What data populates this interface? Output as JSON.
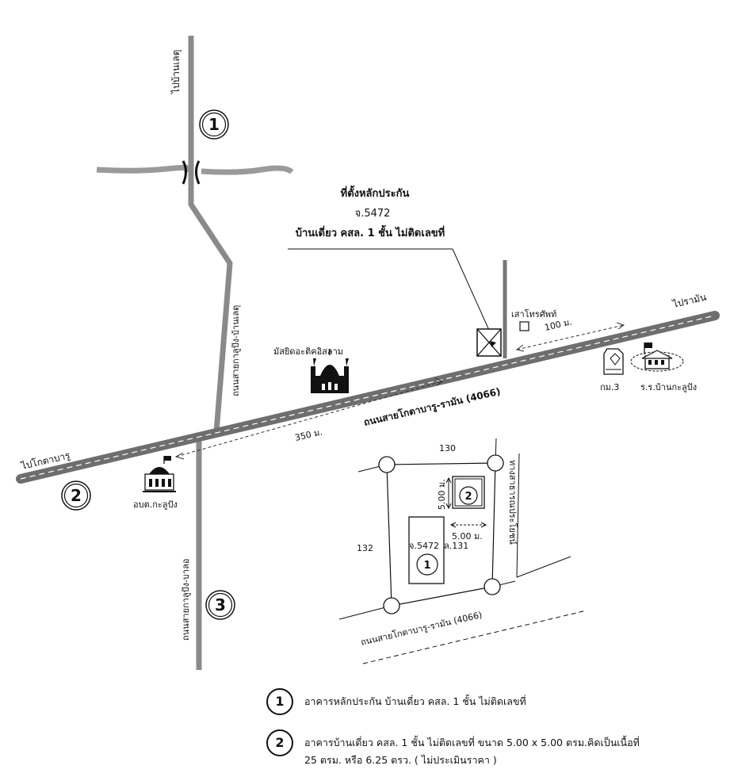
{
  "labels": {
    "to_ban_le": "ไปบ้านเลตุ",
    "to_raman": "ไปรามัน",
    "to_kota_baru": "ไปโกตาบารู",
    "road_kalupang_banle": "ถนนสายกาลูปัง-บ้านเลตุ",
    "road_kalupang_balo": "ถนนสายกาลูปัง-บาลอ",
    "road_main": "ถนนสายโกตาบารู-รามัน (4066)",
    "road_main_small": "ถนนสายโกตาบารู-รามัน (4066)",
    "public_way": "ทางสาธารณประโยชน์",
    "mosque": "มัสยิดอะติคอิสลาม",
    "phone_pole": "เสาโทรศัพท์",
    "police": "กม.3",
    "school": "ร.ร.บ้านกะลูปัง",
    "oborto": "อบต.กะลูปัง",
    "dist_100": "100 ม.",
    "dist_350": "350 ม.",
    "site_title": "ที่ตั้งหลักประกัน",
    "site_deed": "จ.5472",
    "site_building": "บ้านเดี่ยว คสล. 1 ชั้น ไม่ติดเลขที่",
    "plot_130": "130",
    "plot_132": "132",
    "plot_deed": "จ.5472",
    "plot_lot": "ล.131",
    "dim_v": "5.00 ม.",
    "dim_h": "5.00 ม."
  },
  "markers": [
    "1",
    "2",
    "3"
  ],
  "plot_markers": [
    "2",
    "1"
  ],
  "legend": [
    {
      "num": "1",
      "text": "อาคารหลักประกัน บ้านเดี่ยว คสล. 1 ชั้น ไม่ติดเลขที่"
    },
    {
      "num": "2",
      "text": "อาคารบ้านเดี่ยว คสล. 1 ชั้น ไม่ติดเลขที่ ขนาด 5.00 x 5.00 ตรม.คิดเป็นเนื้อที่",
      "text2": "25 ตรม. หรือ 6.25 ตรว. ( ไม่ประเมินราคา )"
    }
  ],
  "colors": {
    "road": "#8a8a8a",
    "road_edge": "#6e6e6e",
    "river": "#9a9a9a",
    "ink": "#111111"
  },
  "icons": [
    "mosque-icon",
    "police-icon",
    "school-icon",
    "office-icon",
    "bridge-icon",
    "site-marker-icon"
  ]
}
